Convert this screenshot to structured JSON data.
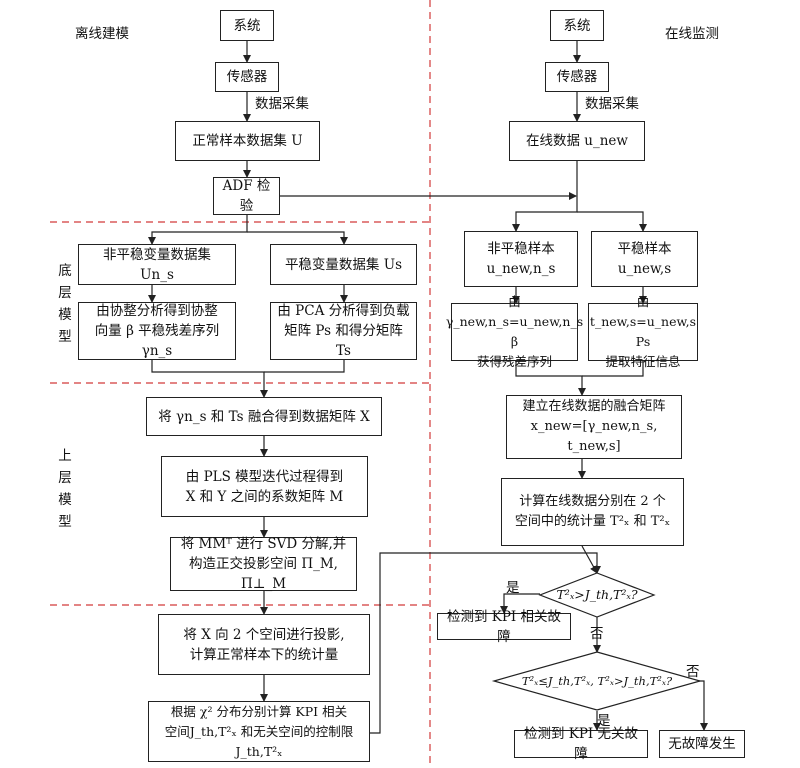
{
  "sections": {
    "offline_title": "离线建模",
    "online_title": "在线监测",
    "bottom_model": "底层模型",
    "top_model": "上层模型"
  },
  "offline": {
    "system": "系统",
    "sensor": "传感器",
    "data_collect": "数据采集",
    "normal_dataset": "正常样本数据集 U",
    "adf": "ADF 检验",
    "nonstationary_set": "非平稳变量数据集 Un_s",
    "stationary_set": "平稳变量数据集 Us",
    "cointegration_1": "由协整分析得到协整",
    "cointegration_2": "向量 β 平稳残差序列 γn_s",
    "pca_1": "由 PCA 分析得到负载",
    "pca_2": "矩阵 Ps 和得分矩阵 Ts",
    "fusion": "将 γn_s 和 Ts 融合得到数据矩阵 X",
    "pls_1": "由 PLS 模型迭代过程得到",
    "pls_2": "X 和 Y 之间的系数矩阵 M",
    "svd_1": "将 MMᵀ 进行 SVD 分解,并",
    "svd_2": "构造正交投影空间 Π_M, Π⊥_M",
    "proj_1": "将 X 向 2 个空间进行投影,",
    "proj_2": "计算正常样本下的统计量",
    "limit_1": "根据 χ² 分布分别计算 KPI 相关",
    "limit_2": "空间J_th,T²ₓ 和无关空间的控制限 J_th,T²ₓ"
  },
  "online": {
    "system": "系统",
    "sensor": "传感器",
    "data_collect": "数据采集",
    "online_data": "在线数据 u_new",
    "nonstationary": "非平稳样本 u_new,n_s",
    "stationary": "平稳样本 u_new,s",
    "residual_1": "由 γ_new,n_s=u_new,n_s β",
    "residual_2": "获得残差序列",
    "feature_1": "由 t_new,s=u_new,s Ps",
    "feature_2": "提取特征信息",
    "fusion_1": "建立在线数据的融合矩阵",
    "fusion_2": "x_new=[γ_new,n_s, t_new,s]",
    "stats_1": "计算在线数据分别在 2 个",
    "stats_2": "空间中的统计量 T²ₓ 和 T²ₓ",
    "diamond1": "T²ₓ>J_th,T²ₓ?",
    "diamond2": "T²ₓ≤J_th,T²ₓ, T²ₓ>J_th,T²ₓ?",
    "yes1": "是",
    "no1": "否",
    "yes2": "是",
    "no2": "否",
    "kpi_related": "检测到 KPI 相关故障",
    "kpi_unrelated": "检测到 KPI 无关故障",
    "no_fault": "无故障发生"
  }
}
